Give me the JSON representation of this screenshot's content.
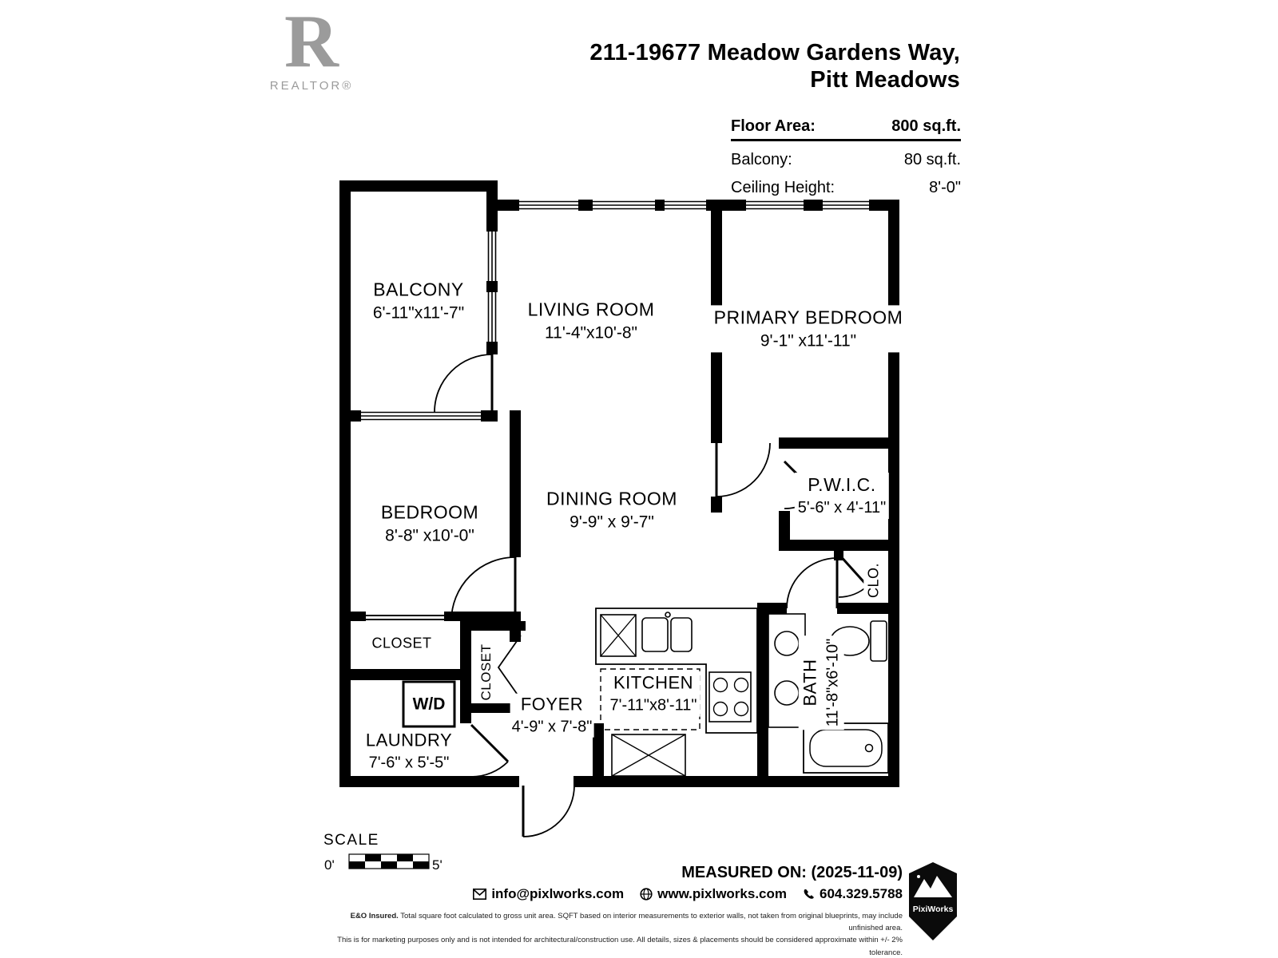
{
  "header": {
    "realtor_letter": "R",
    "realtor_label": "REALTOR®",
    "address_line1": "211-19677 Meadow Gardens Way,",
    "address_line2": "Pitt Meadows",
    "stats": {
      "floor_area_label": "Floor Area:",
      "floor_area_value": "800 sq.ft.",
      "balcony_label": "Balcony:",
      "balcony_value": "80 sq.ft.",
      "ceiling_label": "Ceiling Height:",
      "ceiling_value": "8'-0\""
    }
  },
  "rooms": {
    "balcony": {
      "name": "BALCONY",
      "dims": "6'-11\"x11'-7\""
    },
    "living": {
      "name": "LIVING ROOM",
      "dims": "11'-4\"x10'-8\""
    },
    "primary": {
      "name": "PRIMARY BEDROOM",
      "dims": "9'-1\" x11'-11\""
    },
    "bedroom": {
      "name": "BEDROOM",
      "dims": "8'-8\" x10'-0\""
    },
    "dining": {
      "name": "DINING ROOM",
      "dims": "9'-9\" x 9'-7\""
    },
    "pwic": {
      "name": "P.W.I.C.",
      "dims": "5'-6\" x 4'-11\""
    },
    "clo": {
      "name": "CLO."
    },
    "closet_bedroom": {
      "name": "CLOSET"
    },
    "closet_foyer": {
      "name": "CLOSET"
    },
    "wd": {
      "name": "W/D"
    },
    "laundry": {
      "name": "LAUNDRY",
      "dims": "7'-6\" x 5'-5\""
    },
    "foyer": {
      "name": "FOYER",
      "dims": "4'-9\" x 7'-8\""
    },
    "kitchen": {
      "name": "KITCHEN",
      "dims": "7'-11\"x8'-11\""
    },
    "bath": {
      "name": "BATH",
      "dims": "11'-8\"x6'-10\""
    }
  },
  "scale": {
    "label": "SCALE",
    "start": "0'",
    "end": "5'"
  },
  "footer": {
    "measured_on": "MEASURED ON: (2025-11-09)",
    "email": "info@pixlworks.com",
    "website": "www.pixlworks.com",
    "phone": "604.329.5788",
    "disclaimer_lead": "E&O Insured.",
    "disclaimer_line1": "Total square foot calculated to gross unit area. SQFT based on interior measurements to exterior walls, not taken from original blueprints, may include unfinished area.",
    "disclaimer_line2": "This is for marketing purposes only and is not intended for architectural/construction use.  All details, sizes & placements should be considered approximate within +/- 2% tolerance.",
    "logo_text": "PixiWorks"
  },
  "colors": {
    "wall": "#000000",
    "logo_gray": "#9b9b9b"
  }
}
